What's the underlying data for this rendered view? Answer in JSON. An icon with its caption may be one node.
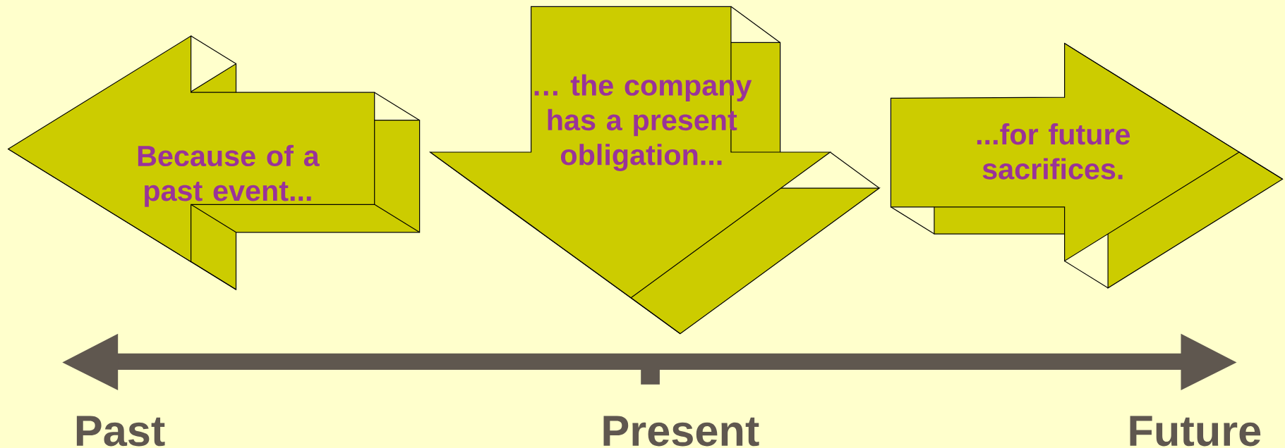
{
  "diagram": {
    "nodes": [
      {
        "text": [
          "Because of a past event..."
        ]
      },
      {
        "text": [
          "… the company has a present obligation..."
        ]
      },
      {
        "text": [
          "...for future sacrifices."
        ]
      }
    ],
    "labels": [
      "Past",
      "Present",
      "Future"
    ]
  }
}
